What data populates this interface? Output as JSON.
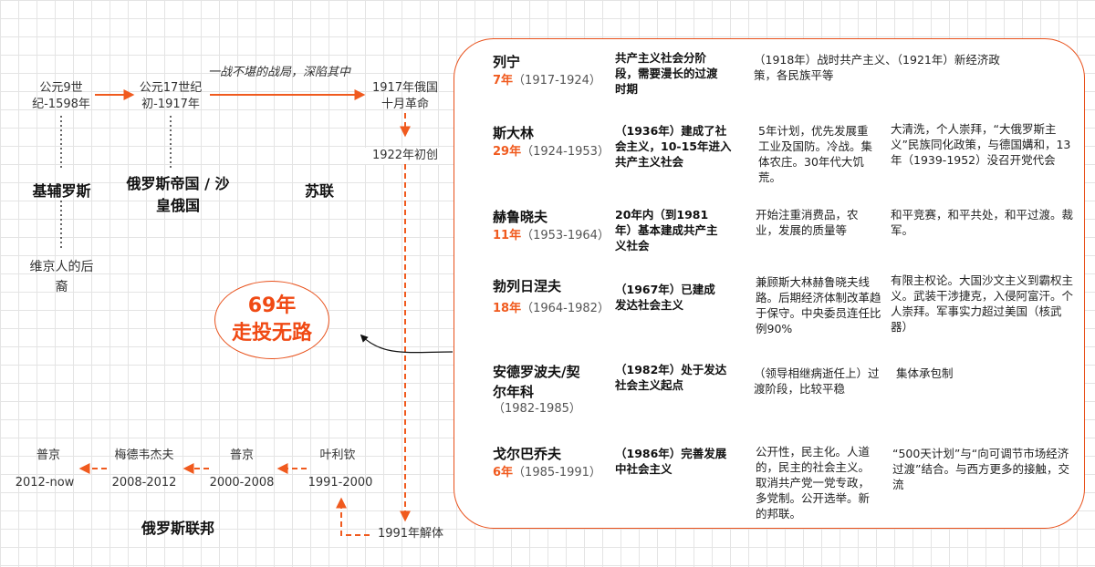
{
  "timeline": {
    "kievan": {
      "period": "公元9世纪-1598年",
      "name": "基辅罗斯",
      "note": "维京人的后裔"
    },
    "empire": {
      "period": "公元17世纪初-1917年",
      "name": "俄罗斯帝国 / 沙皇俄国"
    },
    "war_note": "一战不堪的战局，深陷其中",
    "revolution": "1917年俄国十月革命",
    "founded": "1922年初创",
    "ussr": {
      "name": "苏联"
    },
    "dissolved": "1991年解体"
  },
  "callout": {
    "line1": "69年",
    "line2": "走投无路"
  },
  "leaders": [
    {
      "name": "列宁",
      "tenure": "7年",
      "years": "（1917-1924）",
      "policy": "共产主义社会分阶段，需要漫长的过渡时期",
      "economy": "（1918年）战时共产主义、（1921年）新经济政策，各民族平等",
      "politics": ""
    },
    {
      "name": "斯大林",
      "tenure": "29年",
      "years": "（1924-1953）",
      "policy": "（1936年）建成了社会主义，10-15年进入共产主义社会",
      "economy": "5年计划，优先发展重工业及国防。冷战。集体农庄。30年代大饥荒。",
      "politics": "大清洗，个人崇拜，“大俄罗斯主义”民族同化政策，与德国媾和，13年（1939-1952）没召开党代会"
    },
    {
      "name": "赫鲁晓夫",
      "tenure": "11年",
      "years": "（1953-1964）",
      "policy": "20年内（到1981年）基本建成共产主义社会",
      "economy": "开始注重消费品，农业，发展的质量等",
      "politics": "和平竞赛，和平共处，和平过渡。裁军。"
    },
    {
      "name": "勃列日涅夫",
      "tenure": "18年",
      "years": "（1964-1982）",
      "policy": "（1967年）已建成发达社会主义",
      "economy": "兼顾斯大林赫鲁晓夫线路。后期经济体制改革趋于保守。中央委员连任比例90%",
      "politics": "有限主权论。大国沙文主义到霸权主义。武装干涉捷克，入侵阿富汗。个人崇拜。军事实力超过美国（核武器）"
    },
    {
      "name": "安德罗波夫/契尔年科",
      "tenure": "",
      "years": "（1982-1985）",
      "policy": "（1982年）处于发达社会主义起点",
      "economy": "（领导相继病逝任上）过渡阶段，比较平稳",
      "politics": "集体承包制"
    },
    {
      "name": "戈尔巴乔夫",
      "tenure": "6年",
      "years": "（1985-1991）",
      "policy": "（1986年）完善发展中社会主义",
      "economy": "公开性，民主化。人道的，民主的社会主义。取消共产党一党专政，多党制。公开选举。新的邦联。",
      "politics": "“500天计划”与“向可调节市场经济过渡”结合。与西方更多的接触，交流"
    }
  ],
  "federation": {
    "name": "俄罗斯联邦",
    "presidents": [
      {
        "name": "普京",
        "years": "2012-now"
      },
      {
        "name": "梅德韦杰夫",
        "years": "2008-2012"
      },
      {
        "name": "普京",
        "years": "2000-2008"
      },
      {
        "name": "叶利钦",
        "years": "1991-2000"
      }
    ]
  },
  "colors": {
    "accent": "#f05a1e",
    "grid": "#e4e4e4"
  }
}
